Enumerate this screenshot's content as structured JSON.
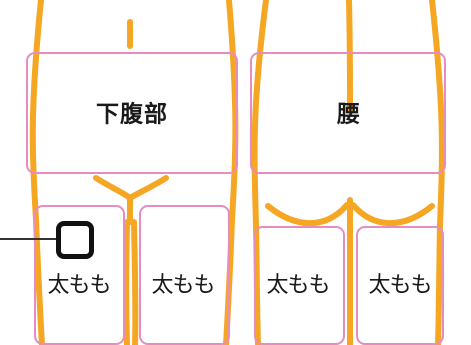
{
  "diagram": {
    "colors": {
      "outline": "#f5a623",
      "region_border": "#e68cc0",
      "marker": "#111111",
      "leader_line": "#333333"
    },
    "front_view": {
      "abdomen_label": "下腹部",
      "left_thigh_label": "太もも",
      "right_thigh_label": "太もも"
    },
    "back_view": {
      "waist_label": "腰",
      "left_thigh_label": "太もも",
      "right_thigh_label": "太もも"
    },
    "marker": {
      "shape": "rounded-square",
      "location": "front-left-thigh"
    }
  }
}
